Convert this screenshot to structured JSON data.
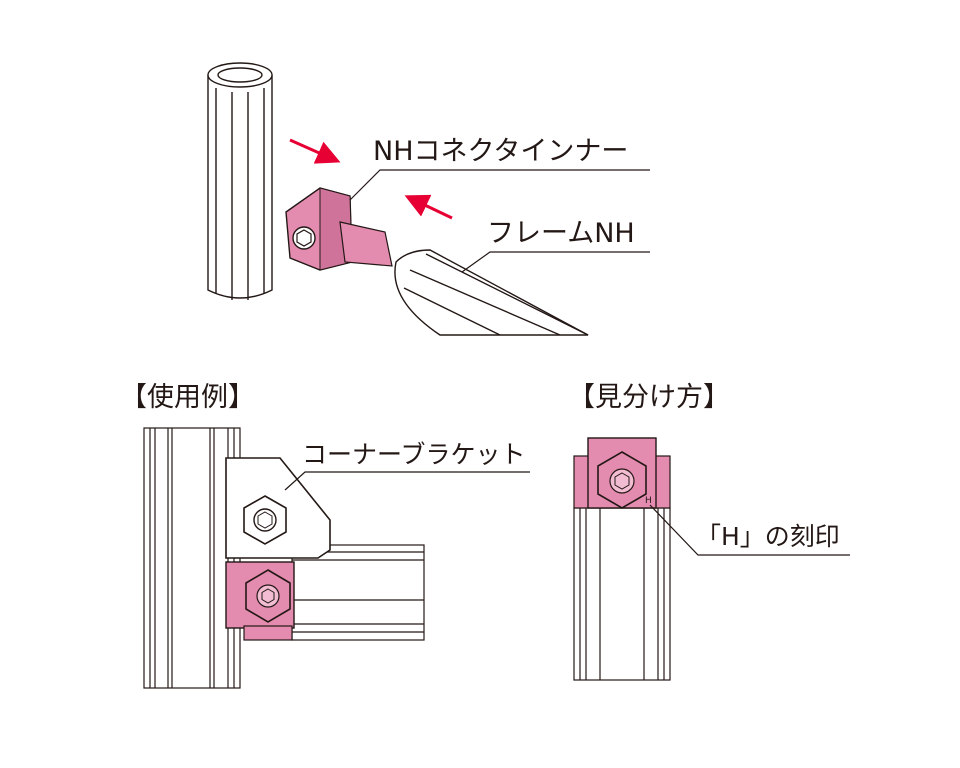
{
  "labels": {
    "connector_inner": "NHコネクタインナー",
    "frame": "フレームNH",
    "usage_example": "【使用例】",
    "how_to_identify": "【見分け方】",
    "corner_bracket": "コーナーブラケット",
    "h_stamp": "「H」の刻印",
    "stamp_letter": "H"
  },
  "colors": {
    "part": "#e48bb0",
    "part_dark": "#b8557f",
    "arrow": "#e60033",
    "line": "#231815"
  }
}
